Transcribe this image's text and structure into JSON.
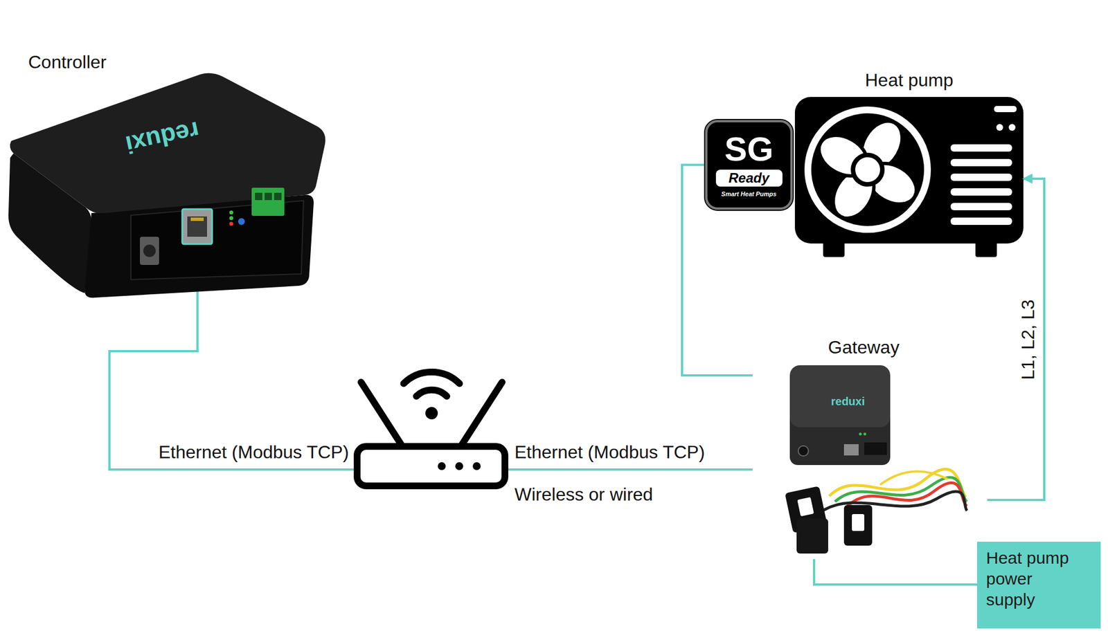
{
  "diagram": {
    "nodes": [
      {
        "text": [
          "Controller"
        ]
      },
      {
        "text": [
          "Heat pump"
        ]
      },
      {
        "text": [
          "SG",
          "Ready",
          "Smart Heat Pumps"
        ]
      },
      {
        "text": [
          "Gateway"
        ]
      },
      {
        "text": [
          "Heat pump power supply"
        ]
      }
    ],
    "edges": [
      {
        "from": 3,
        "to": 2,
        "arrow": "none"
      },
      {
        "from": 3,
        "to": 1,
        "arrow": "to",
        "label": "L1, L2, L3"
      },
      {
        "from": 4,
        "to": 3,
        "arrow": "none"
      }
    ],
    "labels": [
      "Ethernet (Modbus TCP)",
      "Ethernet (Modbus TCP)",
      "Wireless or wired",
      "reduxi",
      "reduxi"
    ]
  }
}
